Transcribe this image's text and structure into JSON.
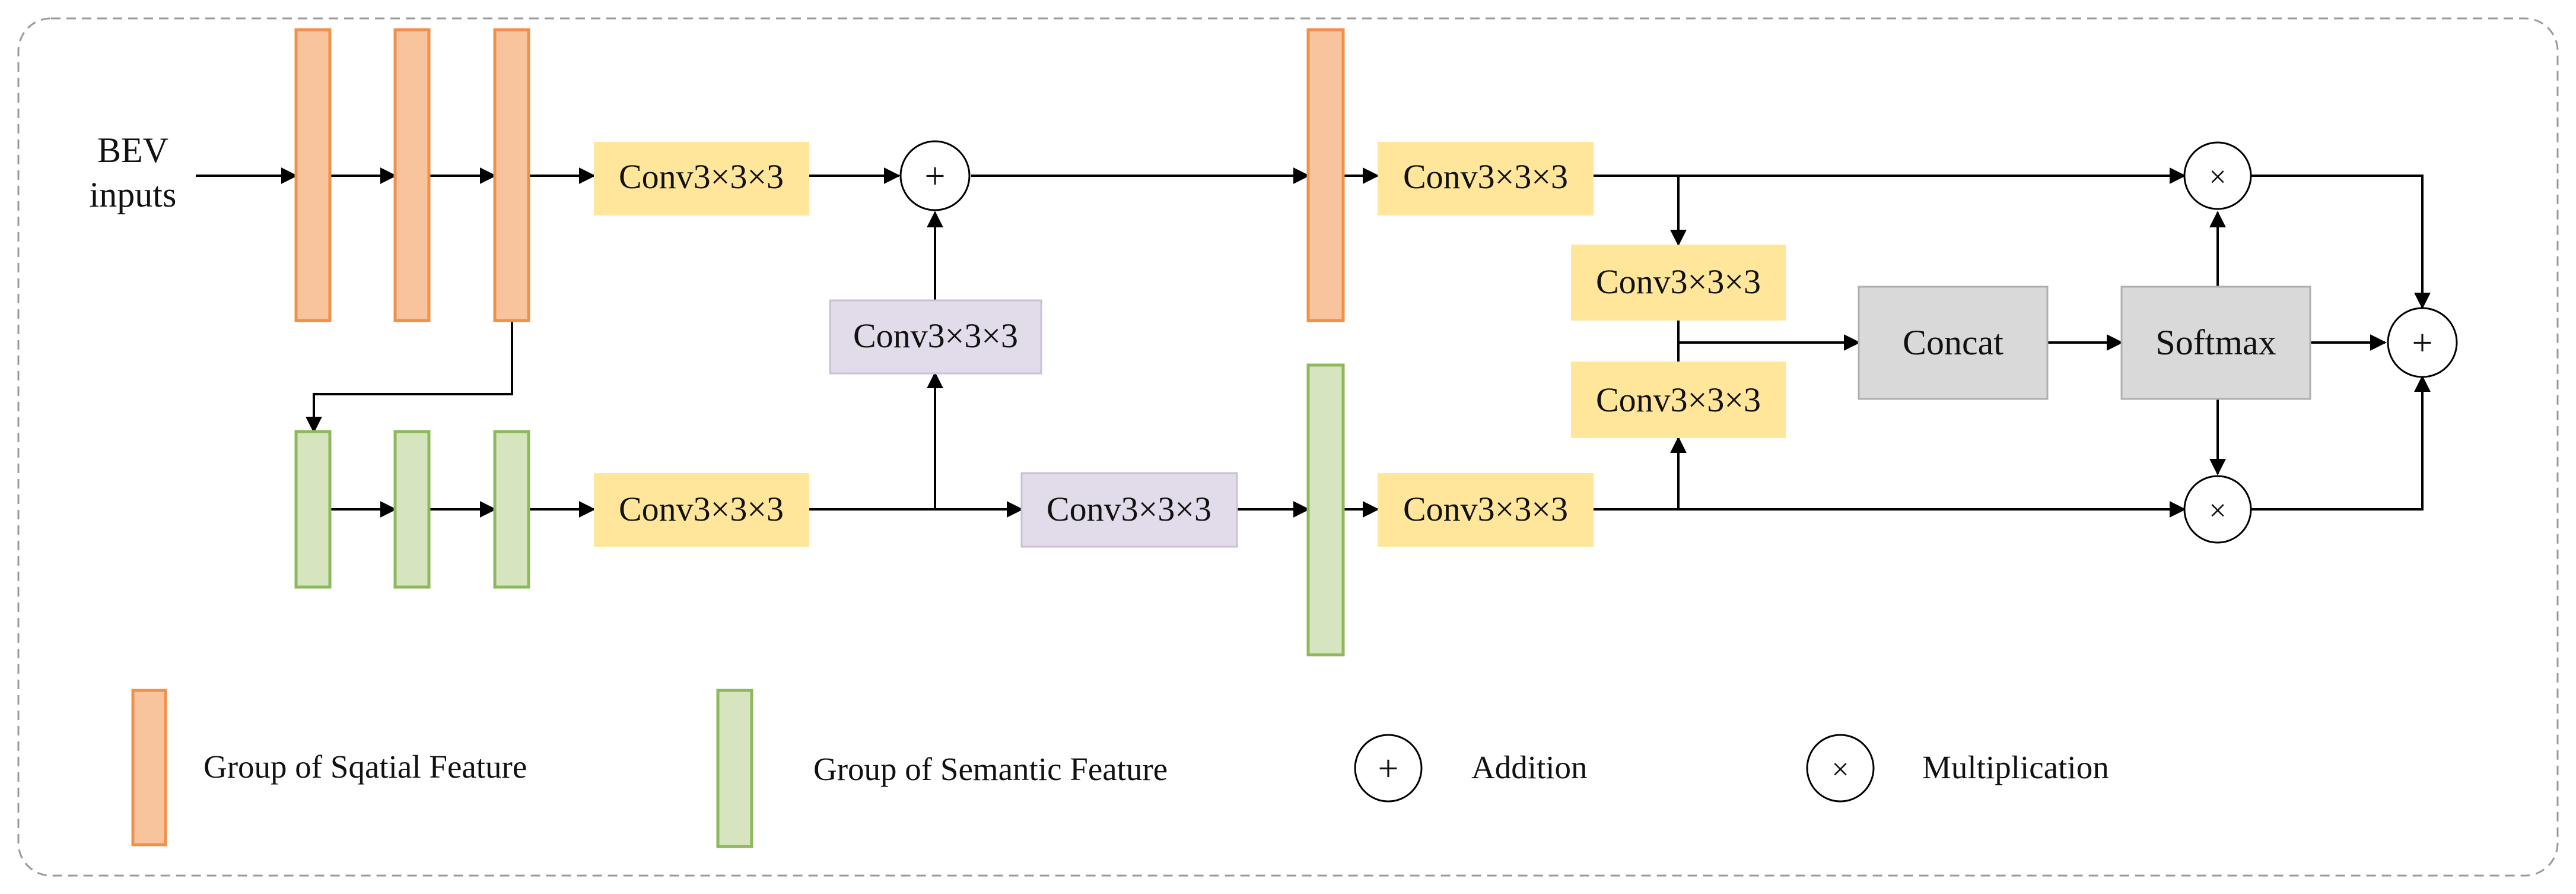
{
  "input_label": {
    "line1": "BEV",
    "line2": "inputs"
  },
  "blocks": {
    "spatial_conv": "Conv3×3×3",
    "semantic_conv": "Conv3×3×3",
    "semantic_to_spatial_conv": "Conv3×3×3",
    "semantic_mid_conv": "Conv3×3×3",
    "fused_spatial_conv": "Conv3×3×3",
    "fused_semantic_conv": "Conv3×3×3",
    "branch_conv_top": "Conv3×3×3",
    "branch_conv_bottom": "Conv3×3×3",
    "concat": "Concat",
    "softmax": "Softmax"
  },
  "operators": {
    "addition_symbol": "+",
    "multiplication_symbol": "×"
  },
  "legend": {
    "spatial": "Group of Sqatial Feature",
    "semantic": "Group of Semantic Feature",
    "addition": "Addition",
    "multiplication": "Multiplication"
  },
  "colors": {
    "spatial_fill": "#F8C49E",
    "spatial_stroke": "#F0904A",
    "semantic_fill": "#D6E4BF",
    "semantic_stroke": "#8DB85C",
    "conv_fill": "#FFE69A",
    "purple_fill": "#E2DCEA",
    "purple_stroke": "#C9BFD8",
    "gray_fill": "#D9D9D9",
    "gray_stroke": "#AFAFAF",
    "line": "#000000",
    "border": "#9A9A9A"
  }
}
